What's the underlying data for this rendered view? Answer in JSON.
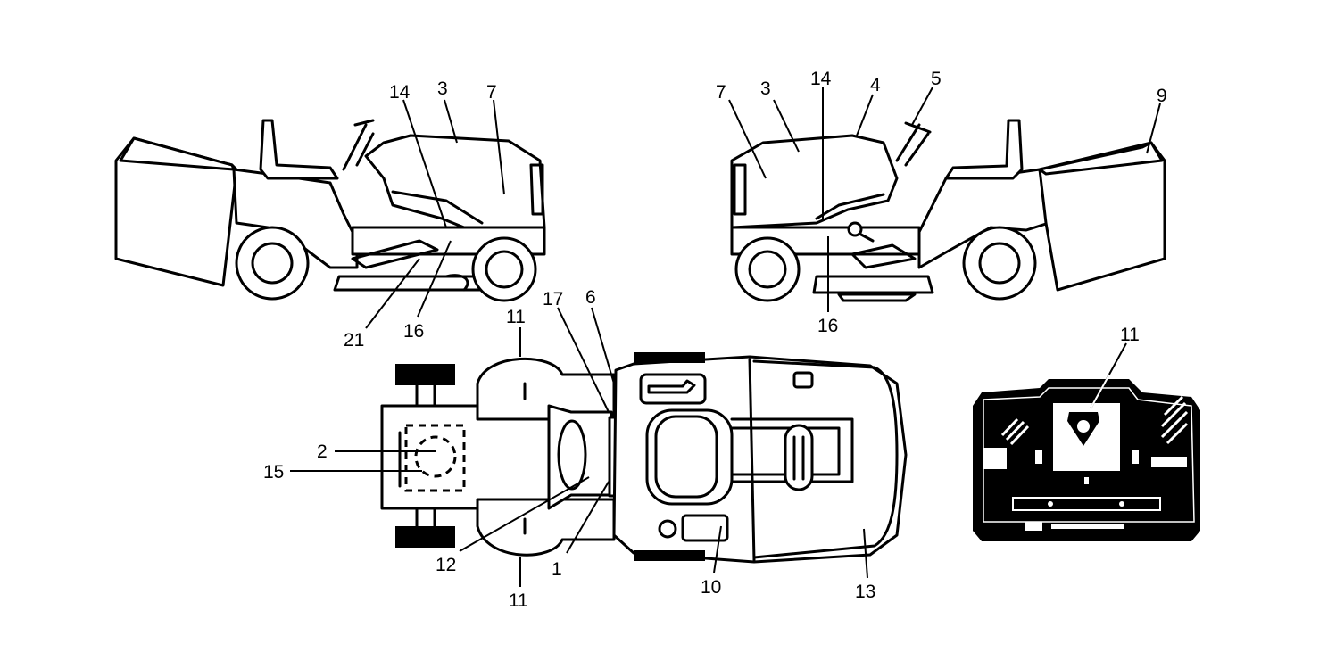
{
  "colors": {
    "ink": "#000000",
    "paper": "#ffffff"
  },
  "callouts": {
    "left_side": [
      "14",
      "3",
      "7",
      "21",
      "16"
    ],
    "right_side": [
      "7",
      "3",
      "14",
      "4",
      "5",
      "9",
      "16"
    ],
    "top_view": [
      "11",
      "17",
      "6",
      "2",
      "15",
      "12",
      "1",
      "10",
      "13",
      "11"
    ],
    "dashboard": [
      "11"
    ]
  }
}
